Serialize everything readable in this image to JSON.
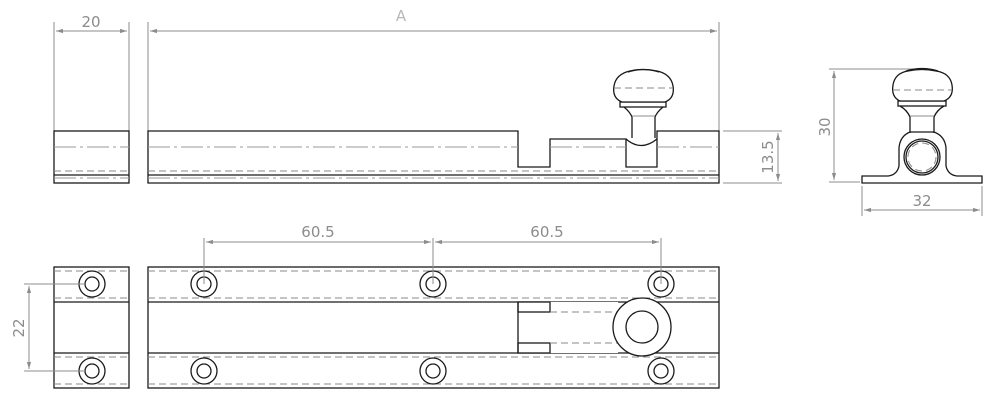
{
  "drawing": {
    "subject": "Barrel bolt (door bolt) orthographic views",
    "colors": {
      "object_line": "#1a1a1a",
      "dimension_line": "#8c8c8c",
      "hidden_line": "#8a8a8a",
      "background": "#ffffff"
    }
  },
  "dimensions": {
    "end_width": "20",
    "overall_length": "A",
    "body_height": "13.5",
    "side_height": "30",
    "side_base_width": "32",
    "hole_spacing_left": "60.5",
    "hole_spacing_right": "60.5",
    "hole_vertical_spacing": "22"
  },
  "views": [
    {
      "name": "end-view-front",
      "label": "End elevation"
    },
    {
      "name": "front-elevation",
      "label": "Front elevation with knob"
    },
    {
      "name": "side-profile",
      "label": "Side profile with knob and keep"
    },
    {
      "name": "end-view-plan",
      "label": "End plan with fixing holes"
    },
    {
      "name": "plan-view",
      "label": "Plan view with 6 fixing holes and bolt"
    }
  ]
}
